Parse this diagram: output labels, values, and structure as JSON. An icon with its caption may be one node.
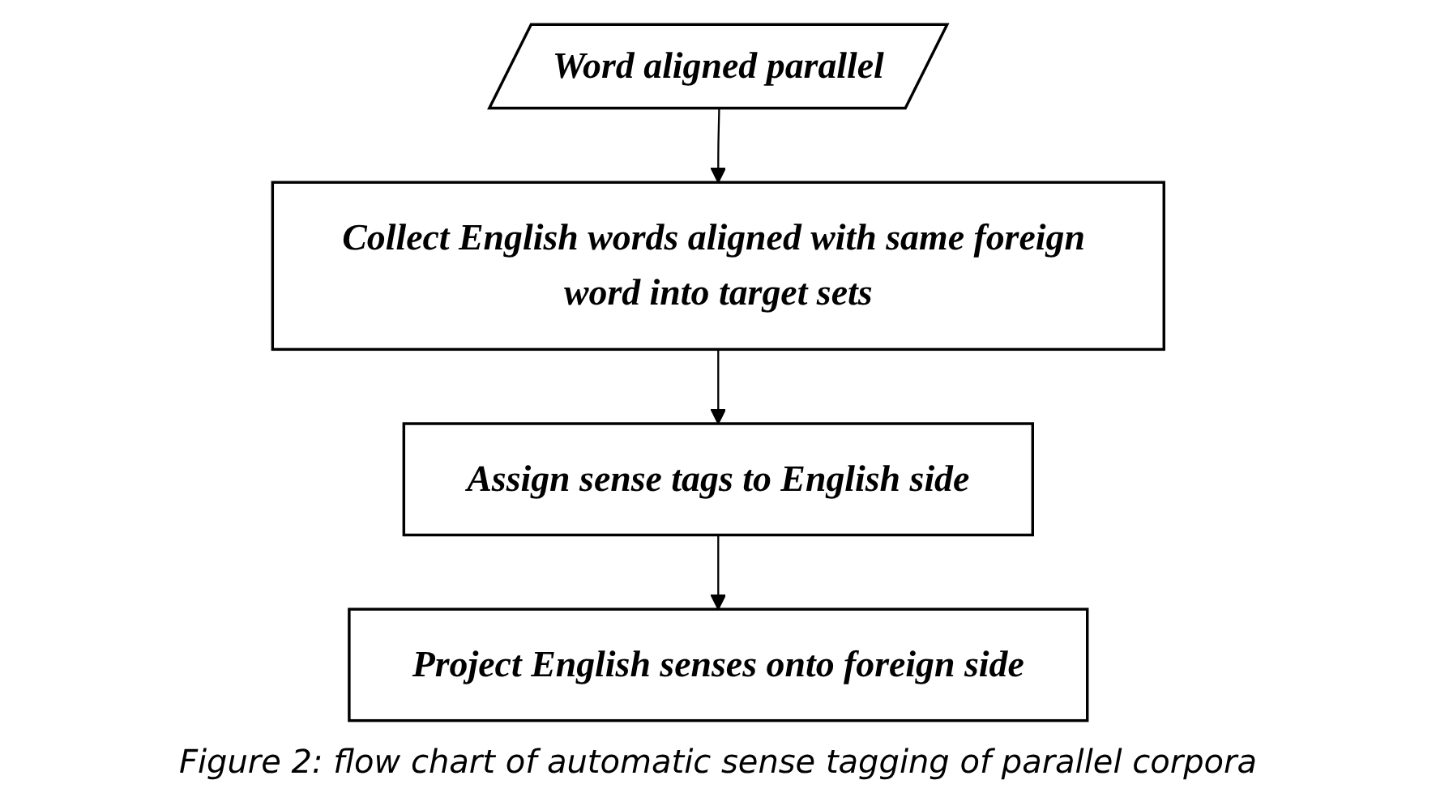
{
  "diagram": {
    "caption": "Figure 2: flow chart of automatic sense tagging of parallel corpora",
    "nodes": [
      {
        "text": [
          "Word aligned parallel"
        ]
      },
      {
        "text": [
          "Collect English words aligned with same foreign word into target sets"
        ]
      },
      {
        "text": [
          "Assign sense tags to English side"
        ]
      },
      {
        "text": [
          "Project English senses onto foreign side"
        ]
      }
    ],
    "edges": [
      {
        "from": 0,
        "to": 1,
        "arrow": "to"
      },
      {
        "from": 1,
        "to": 2,
        "arrow": "to"
      },
      {
        "from": 2,
        "to": 3,
        "arrow": "to"
      }
    ]
  }
}
